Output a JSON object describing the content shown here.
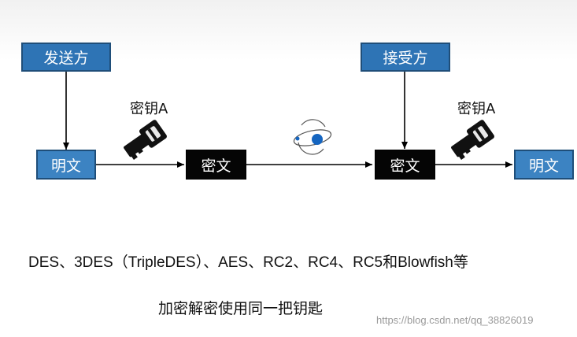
{
  "nodes": {
    "sender": "发送方",
    "receiver": "接受方",
    "plaintext_in": "明文",
    "ciphertext_left": "密文",
    "ciphertext_right": "密文",
    "plaintext_out": "明文"
  },
  "keys": {
    "encrypt_label": "密钥A",
    "decrypt_label": "密钥A"
  },
  "notes": {
    "algorithms": "DES、3DES（TripleDES）、AES、RC2、RC4、RC5和Blowfish等",
    "same_key": "加密解密使用同一把钥匙"
  },
  "watermark": "https://blog.csdn.net/qq_38826019",
  "colors": {
    "box_blue": "#2e74b5",
    "box_black": "#050505",
    "arrow": "#000000",
    "orbit_dot": "#1565c0"
  },
  "icons": [
    "key-icon",
    "network-orbit-icon"
  ]
}
